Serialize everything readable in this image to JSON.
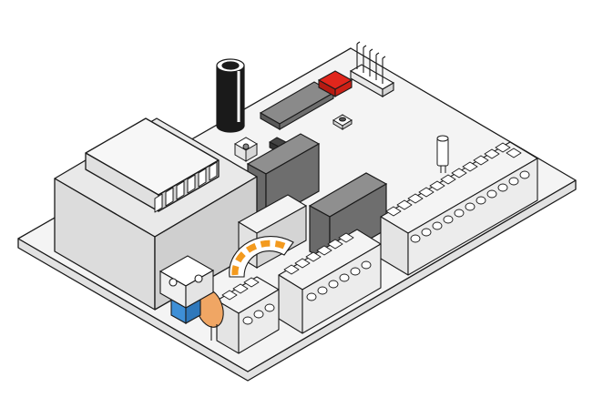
{
  "colors": {
    "background": "#ffffff",
    "outline": "#1a1a1a",
    "board_top": "#f4f4f4",
    "board_edge": "#e2e2e2",
    "transformer_body": "#dcdcdc",
    "relay": "#6e6e6e",
    "terminal_block": "#f0f0f0",
    "ic_chip": "#8a8a8a",
    "red_jumper": "#e1261c",
    "capacitor": "#1a1a1a",
    "blue_trimmer": "#3e8fd6",
    "orange_varistor": "#f0a664",
    "orange_fuse": "#f39a1e"
  },
  "components": [
    {
      "name": "pcb-board"
    },
    {
      "name": "transformer"
    },
    {
      "name": "electrolytic-capacitor"
    },
    {
      "name": "ic-chip"
    },
    {
      "name": "red-jumper"
    },
    {
      "name": "pin-header"
    },
    {
      "name": "push-button"
    },
    {
      "name": "relay"
    },
    {
      "name": "fuse-holder"
    },
    {
      "name": "trimmer-potentiometer"
    },
    {
      "name": "varistor"
    },
    {
      "name": "terminal-block"
    }
  ]
}
